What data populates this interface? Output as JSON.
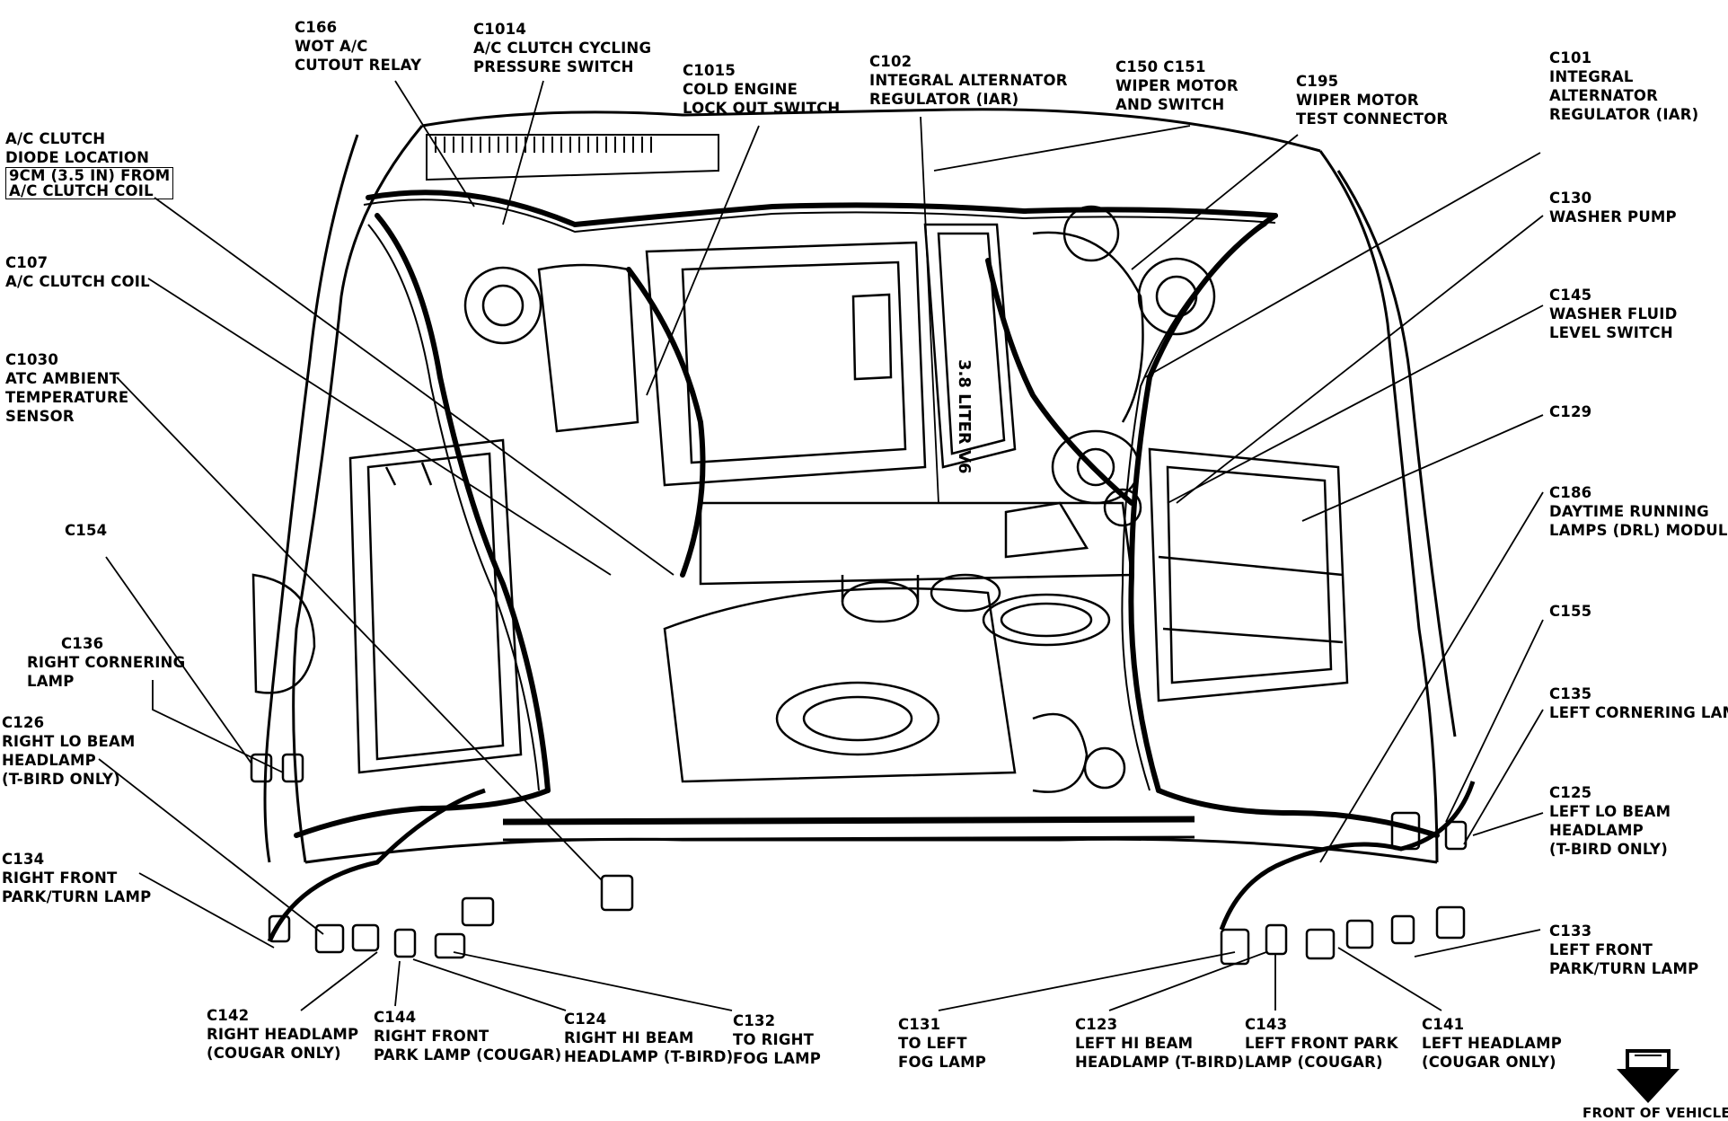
{
  "labels": {
    "c166": [
      "C166",
      "WOT A/C",
      "CUTOUT RELAY"
    ],
    "c1014": [
      "C1014",
      "A/C CLUTCH CYCLING",
      "PRESSURE SWITCH"
    ],
    "c1015": [
      "C1015",
      "COLD ENGINE",
      "LOCK OUT SWITCH"
    ],
    "c102": [
      "C102",
      "INTEGRAL ALTERNATOR",
      "REGULATOR (IAR)"
    ],
    "c150": [
      "C150  C151",
      "WIPER MOTOR",
      "AND SWITCH"
    ],
    "c195": [
      "C195",
      "WIPER MOTOR",
      "TEST CONNECTOR"
    ],
    "c101": [
      "C101",
      "INTEGRAL",
      "ALTERNATOR",
      "REGULATOR (IAR)"
    ],
    "diode": [
      "A/C CLUTCH",
      "DIODE LOCATION",
      "9CM (3.5 IN) FROM",
      "A/C CLUTCH COIL"
    ],
    "c107": [
      "C107",
      "A/C CLUTCH COIL"
    ],
    "c1030": [
      "C1030",
      "ATC AMBIENT",
      "TEMPERATURE",
      "SENSOR"
    ],
    "c154": [
      "C154"
    ],
    "c136": [
      "C136",
      "RIGHT CORNERING",
      "LAMP"
    ],
    "c126": [
      "C126",
      "RIGHT LO BEAM",
      "HEADLAMP",
      "(T-BIRD ONLY)"
    ],
    "c134": [
      "C134",
      "RIGHT FRONT",
      "PARK/TURN LAMP"
    ],
    "c130": [
      "C130",
      "WASHER PUMP"
    ],
    "c145": [
      "C145",
      "WASHER FLUID",
      "LEVEL SWITCH"
    ],
    "c129": [
      "C129"
    ],
    "c186": [
      "C186",
      "DAYTIME RUNNING",
      "LAMPS (DRL) MODULE"
    ],
    "c155": [
      "C155"
    ],
    "c135": [
      "C135",
      "LEFT CORNERING LAMP"
    ],
    "c125": [
      "C125",
      "LEFT LO BEAM",
      "HEADLAMP",
      "(T-BIRD ONLY)"
    ],
    "c133": [
      "C133",
      "LEFT FRONT",
      "PARK/TURN LAMP"
    ],
    "c142": [
      "C142",
      "RIGHT HEADLAMP",
      "(COUGAR ONLY)"
    ],
    "c144": [
      "C144",
      "RIGHT FRONT",
      "PARK LAMP (COUGAR)"
    ],
    "c124": [
      "C124",
      "RIGHT HI BEAM",
      "HEADLAMP (T-BIRD)"
    ],
    "c132": [
      "C132",
      "TO RIGHT",
      "FOG LAMP"
    ],
    "c131": [
      "C131",
      "TO LEFT",
      "FOG LAMP"
    ],
    "c123": [
      "C123",
      "LEFT HI BEAM",
      "HEADLAMP (T-BIRD)"
    ],
    "c143": [
      "C143",
      "LEFT FRONT PARK",
      "LAMP (COUGAR)"
    ],
    "c141": [
      "C141",
      "LEFT HEADLAMP",
      "(COUGAR ONLY)"
    ],
    "front": [
      "FRONT OF VEHICLE"
    ]
  },
  "engine_block_text": "3.8 LITER V6"
}
